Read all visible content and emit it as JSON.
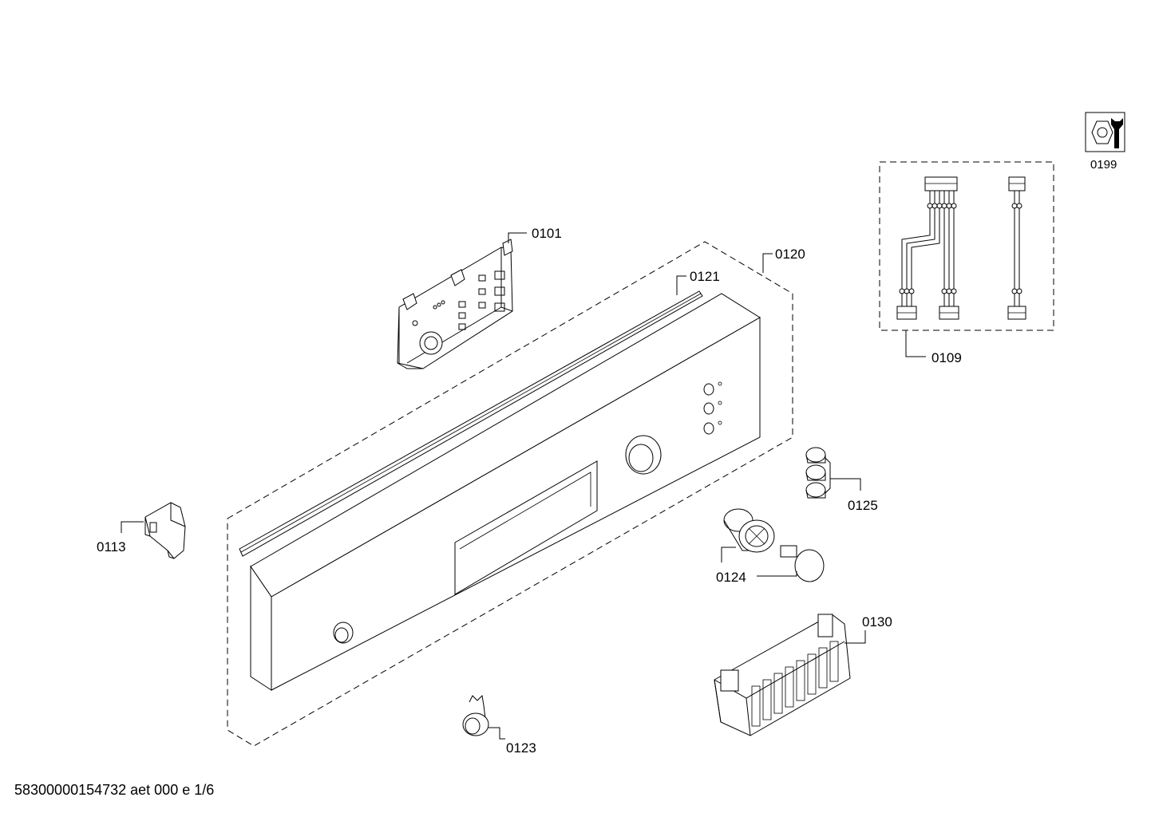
{
  "footer": {
    "document_id": "58300000154732 aet 000 e 1/6"
  },
  "service_icon": {
    "icon": "nut-wrench-icon",
    "label": "0199"
  },
  "parts": [
    {
      "id": "0101"
    },
    {
      "id": "0120"
    },
    {
      "id": "0121"
    },
    {
      "id": "0109"
    },
    {
      "id": "0125"
    },
    {
      "id": "0124"
    },
    {
      "id": "0113"
    },
    {
      "id": "0130"
    },
    {
      "id": "0123"
    }
  ]
}
